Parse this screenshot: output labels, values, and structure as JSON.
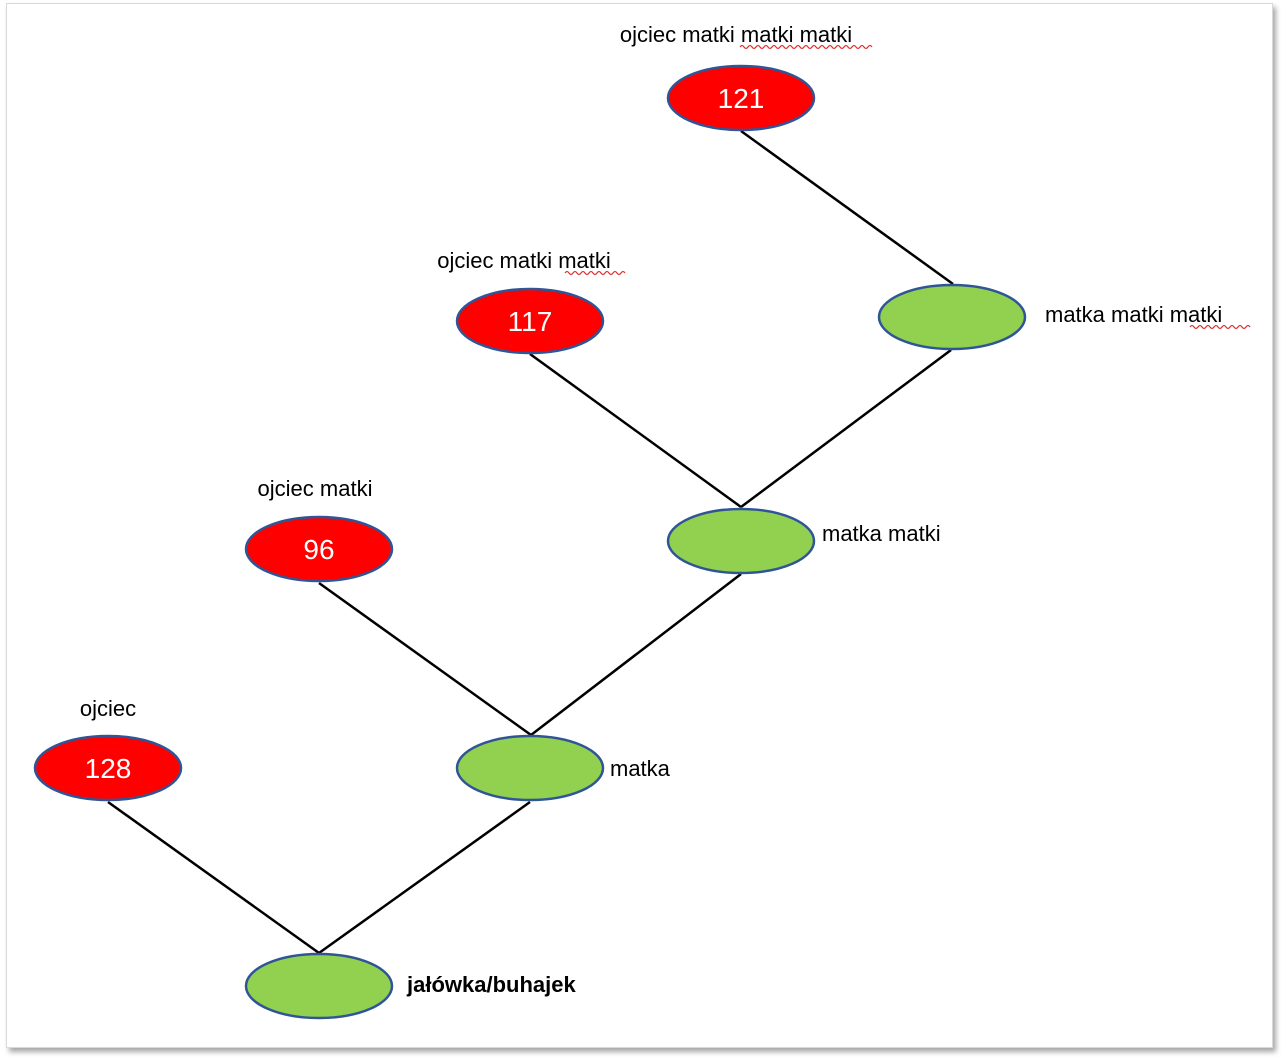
{
  "diagram": {
    "colors": {
      "sire_fill": "#ff0000",
      "dam_fill": "#92d050",
      "outline": "#2f5597",
      "connector": "#000000"
    },
    "sires": [
      {
        "id": "ojciec",
        "label": "ojciec",
        "number": "128"
      },
      {
        "id": "ojciec-matki",
        "label": "ojciec matki",
        "number": "96"
      },
      {
        "id": "ojciec-matki-matki",
        "label": "ojciec matki matki",
        "number": "117"
      },
      {
        "id": "ojciec-matki-matki-matki",
        "label": "ojciec matki matki matki",
        "number": "121"
      }
    ],
    "dams": [
      {
        "id": "jalowka",
        "label": "jałówka/buhajek"
      },
      {
        "id": "matka",
        "label": "matka"
      },
      {
        "id": "matka-matki",
        "label": "matka matki"
      },
      {
        "id": "matka-matki-matki",
        "label": "matka matki matki"
      }
    ]
  }
}
